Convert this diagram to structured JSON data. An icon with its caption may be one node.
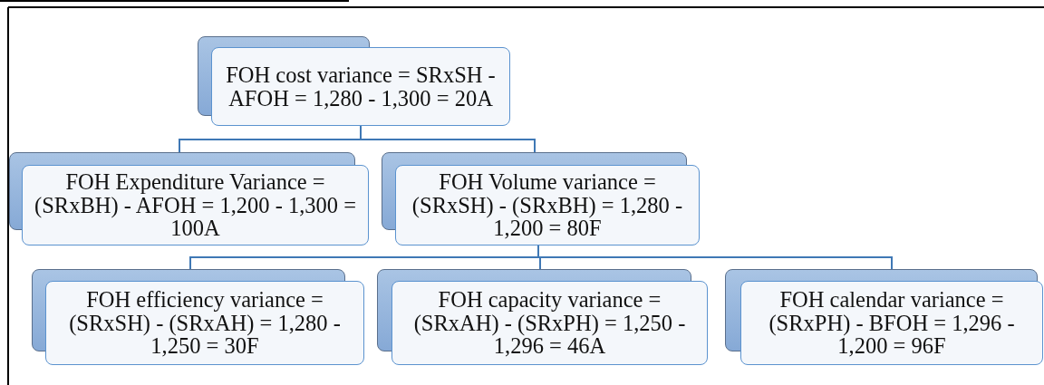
{
  "diagram": {
    "nodes": [
      {
        "text": [
          "FOH cost variance = SRxSH - AFOH = 1,280 - 1,300 = 20A"
        ]
      },
      {
        "text": [
          "FOH Expenditure Variance = (SRxBH) - AFOH = 1,200 - 1,300 = 100A"
        ]
      },
      {
        "text": [
          "FOH Volume variance = (SRxSH) - (SRxBH) = 1,280 - 1,200 = 80F"
        ]
      },
      {
        "text": [
          "FOH efficiency variance = (SRxSH) - (SRxAH) = 1,280 - 1,250 = 30F"
        ]
      },
      {
        "text": [
          "FOH capacity variance = (SRxAH) - (SRxPH) = 1,250 - 1,296 = 46A"
        ]
      },
      {
        "text": [
          "FOH calendar variance = (SRxPH) - BFOH = 1,296 - 1,200 = 96F"
        ]
      }
    ],
    "edges": [
      {
        "from": 0,
        "to": 1,
        "arrow": "none"
      },
      {
        "from": 0,
        "to": 2,
        "arrow": "none"
      },
      {
        "from": 2,
        "to": 3,
        "arrow": "none"
      },
      {
        "from": 2,
        "to": 4,
        "arrow": "none"
      },
      {
        "from": 2,
        "to": 5,
        "arrow": "none"
      }
    ]
  }
}
